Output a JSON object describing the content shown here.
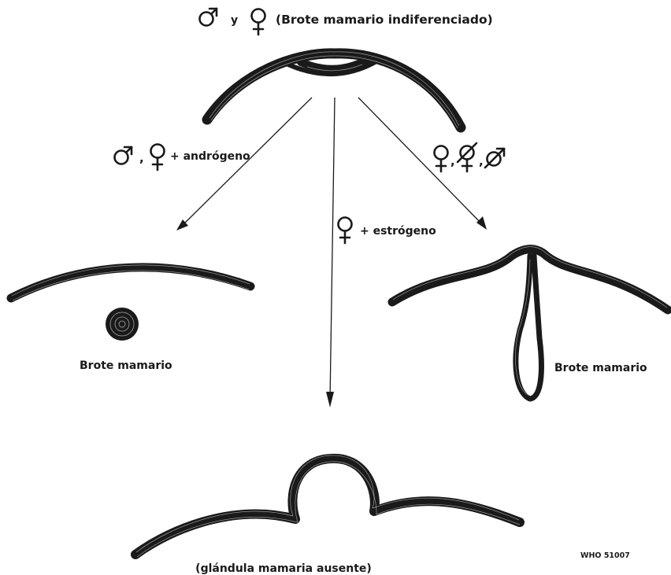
{
  "title": {
    "text": "(Brote mamario indiferenciado)",
    "conjunction": "y",
    "symbols": [
      "male-symbol",
      "female-symbol"
    ]
  },
  "arrows": {
    "left": {
      "label": "+ andrógeno",
      "separator": ",",
      "symbols": [
        "male-symbol",
        "female-symbol"
      ]
    },
    "middle": {
      "label": "+ estrógeno",
      "symbols": [
        "female-symbol"
      ]
    },
    "right": {
      "separators": [
        ",",
        ","
      ],
      "symbols": [
        "female-symbol",
        "castrated-female-symbol",
        "castrated-male-symbol"
      ]
    }
  },
  "outcomes": {
    "left": {
      "label": "Brote mamario"
    },
    "right": {
      "label": "Brote mamario"
    },
    "bottom": {
      "label": "(glándula mamaria ausente)"
    }
  },
  "credit": {
    "text": "WHO 51007"
  },
  "colors": {
    "ink": "#1a1a1a",
    "paper": "#ffffff"
  }
}
